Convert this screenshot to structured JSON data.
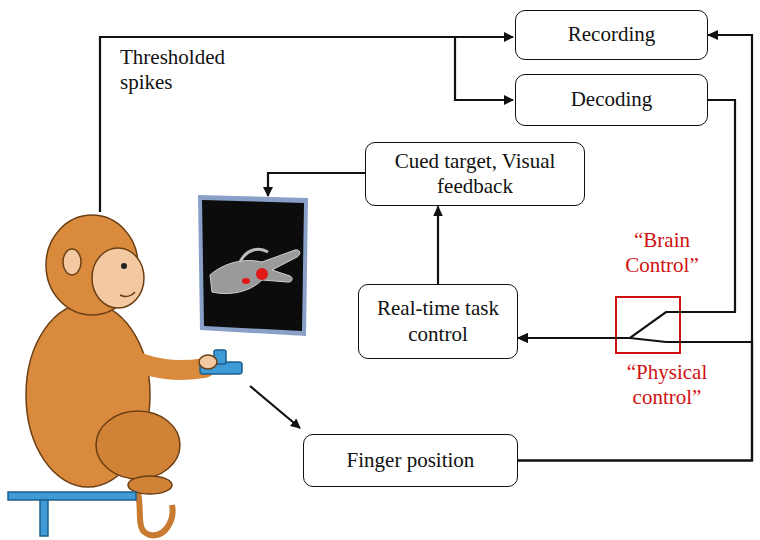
{
  "diagram": {
    "nodes": [
      {
        "text": [
          "Recording"
        ]
      },
      {
        "text": [
          "Decoding"
        ]
      },
      {
        "text": [
          "Cued target, Visual feedback"
        ]
      },
      {
        "text": [
          "Real-time task control"
        ]
      },
      {
        "text": [
          "Finger position"
        ]
      }
    ],
    "edges": [
      {
        "from": 4,
        "to": 0,
        "arrow": "to"
      },
      {
        "from": 1,
        "to": 3,
        "arrow": "to"
      },
      {
        "from": 4,
        "to": 3,
        "arrow": "to"
      },
      {
        "from": 3,
        "to": 2,
        "arrow": "to"
      }
    ],
    "labels": [
      "Thresholded spikes",
      "“Brain Control”",
      "“Physical control”"
    ]
  }
}
